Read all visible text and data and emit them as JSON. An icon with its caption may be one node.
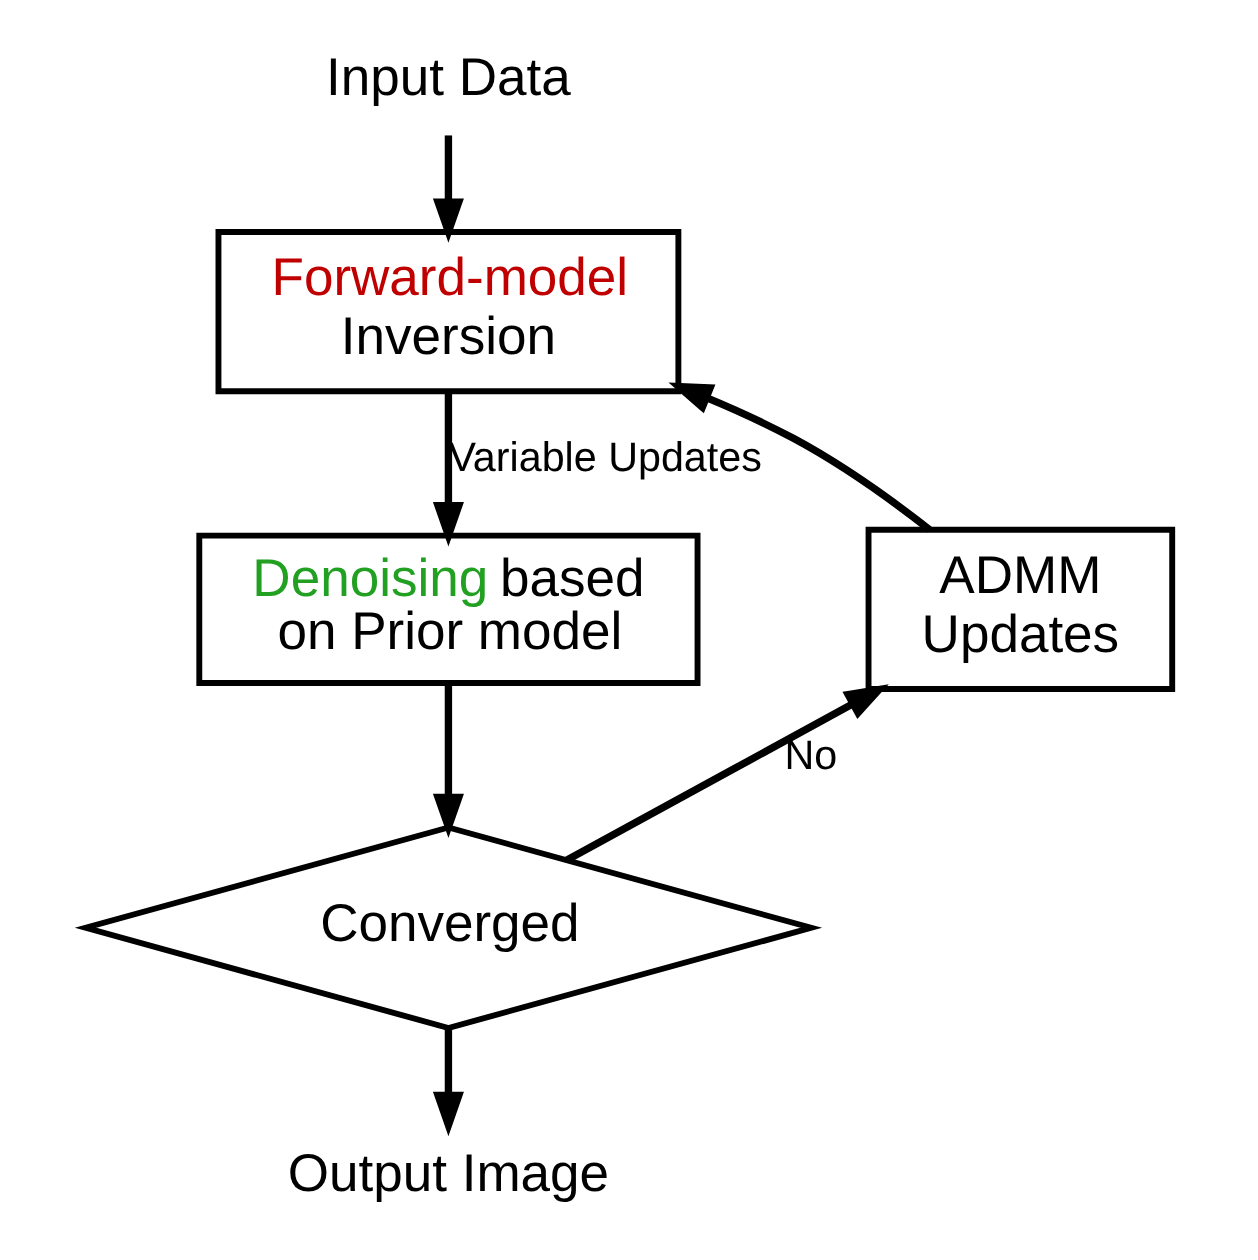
{
  "diagram": {
    "nodes": [
      {
        "text": [
          "Input Data"
        ]
      },
      {
        "text": [
          "Forward-model Inversion"
        ]
      },
      {
        "text": [
          "Denoising based on Prior model"
        ]
      },
      {
        "text": [
          "Converged"
        ]
      },
      {
        "text": [
          "ADMM Updates"
        ]
      },
      {
        "text": [
          "Output Image"
        ]
      }
    ],
    "edges": [
      {
        "from": 0,
        "to": 1,
        "arrow": "to"
      },
      {
        "from": 1,
        "to": 2,
        "arrow": "to",
        "label": "Variable Updates"
      },
      {
        "from": 2,
        "to": 3,
        "arrow": "to"
      },
      {
        "from": 3,
        "to": 4,
        "arrow": "to",
        "label": "No"
      },
      {
        "from": 4,
        "to": 1,
        "arrow": "to"
      },
      {
        "from": 3,
        "to": 5,
        "arrow": "to"
      }
    ]
  }
}
